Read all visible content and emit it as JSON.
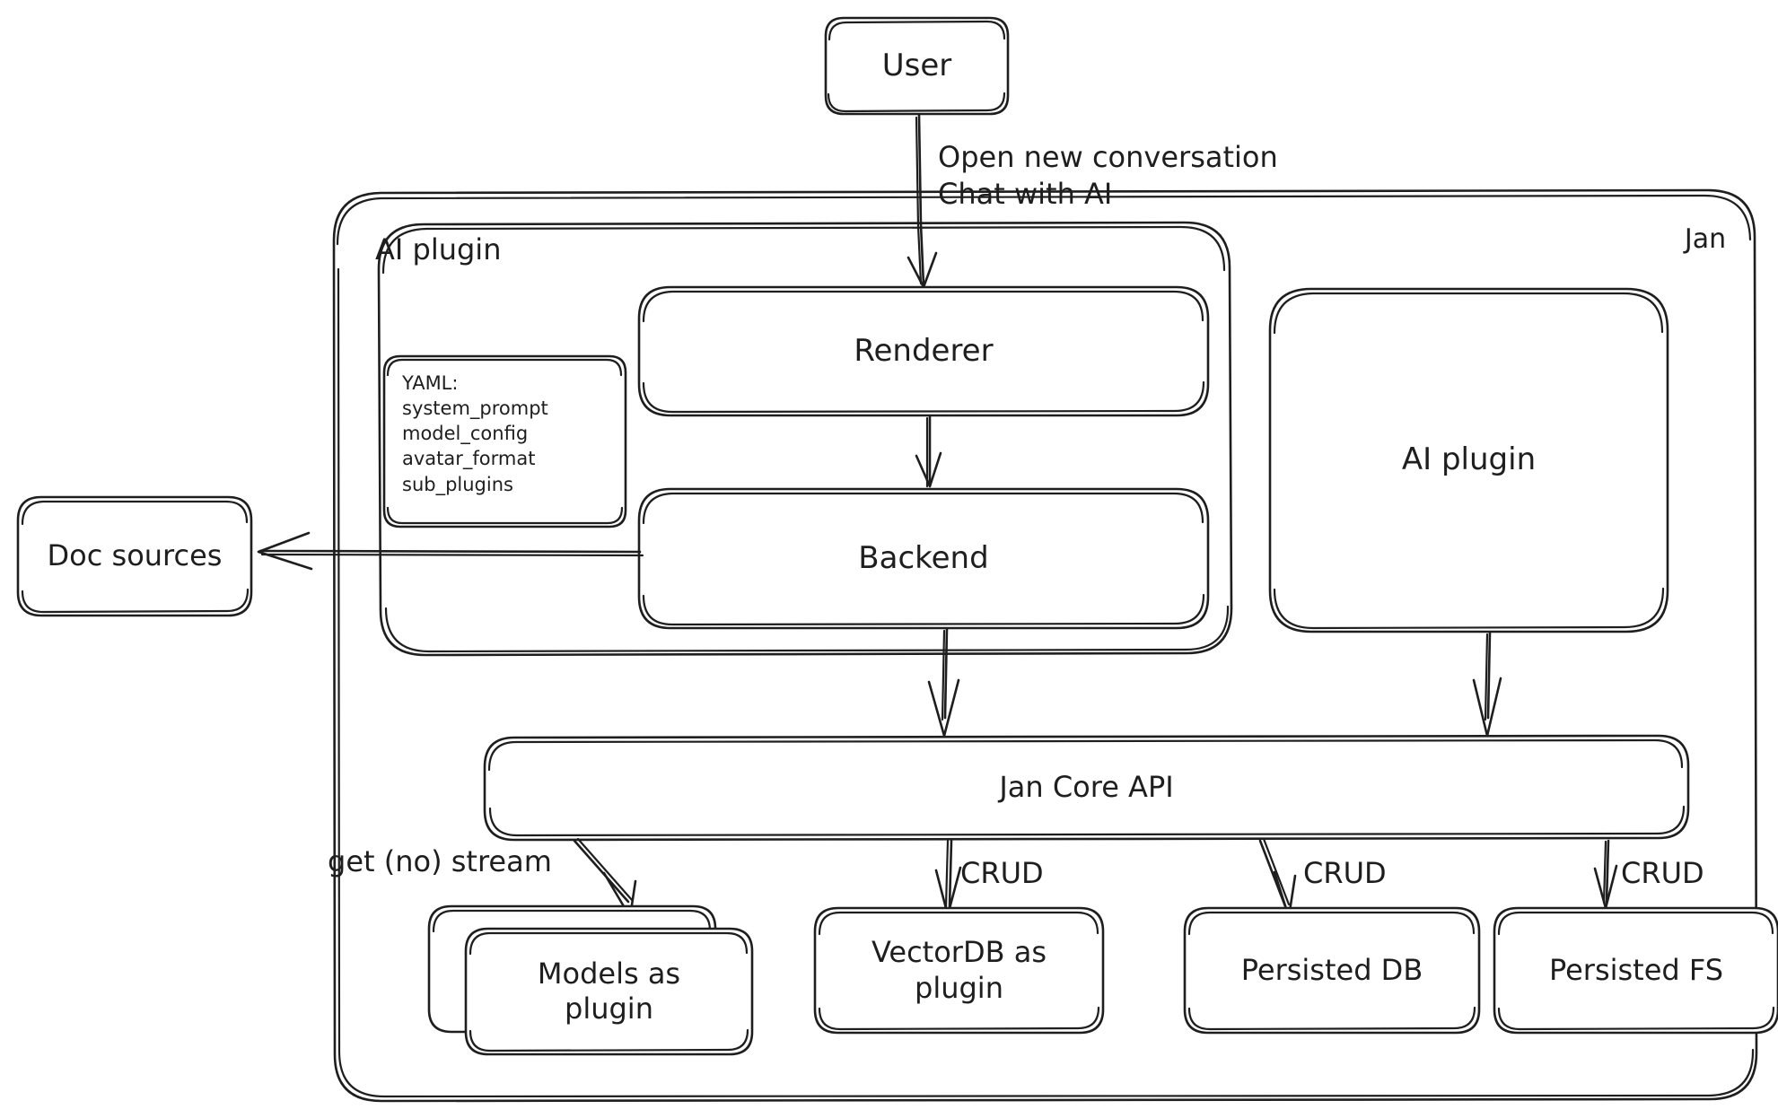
{
  "diagram": {
    "title": "Jan architecture",
    "style": "hand-drawn",
    "stroke_color": "#1e1e1e",
    "fill_color": "#ffffff",
    "background": "#ffffff"
  },
  "containers": [
    {
      "id": "jan",
      "label": "Jan",
      "label_position": "top-right"
    },
    {
      "id": "ai-plugin-group",
      "label": "AI plugin",
      "label_position": "top-left"
    }
  ],
  "nodes": {
    "user": {
      "label": "User"
    },
    "renderer": {
      "label": "Renderer"
    },
    "backend": {
      "label": "Backend"
    },
    "ai_plugin_right": {
      "label": "AI plugin"
    },
    "doc_sources": {
      "label": "Doc sources"
    },
    "jan_core_api": {
      "label": "Jan Core API"
    },
    "models_plugin": {
      "label": "Models as\nplugin"
    },
    "vectordb_plugin": {
      "label": "VectorDB as\nplugin"
    },
    "persisted_db": {
      "label": "Persisted DB"
    },
    "persisted_fs": {
      "label": "Persisted FS"
    }
  },
  "yaml_card": {
    "heading": "YAML:",
    "lines": [
      "system_prompt",
      "model_config",
      "avatar_format",
      "sub_plugins"
    ],
    "text": "YAML:\nsystem_prompt\nmodel_config\navatar_format\nsub_plugins"
  },
  "edges": [
    {
      "id": "user-renderer",
      "from": "user",
      "to": "renderer",
      "label": "Open new conversation\nChat with AI"
    },
    {
      "id": "renderer-backend",
      "from": "renderer",
      "to": "backend",
      "label": ""
    },
    {
      "id": "backend-doc-sources",
      "from": "backend",
      "to": "doc_sources",
      "label": ""
    },
    {
      "id": "backend-core",
      "from": "backend",
      "to": "jan_core_api",
      "label": ""
    },
    {
      "id": "aiplugin-core",
      "from": "ai_plugin_right",
      "to": "jan_core_api",
      "label": ""
    },
    {
      "id": "core-models",
      "from": "jan_core_api",
      "to": "models_plugin",
      "label": "get (no) stream"
    },
    {
      "id": "core-vectordb",
      "from": "jan_core_api",
      "to": "vectordb_plugin",
      "label": "CRUD"
    },
    {
      "id": "core-db",
      "from": "jan_core_api",
      "to": "persisted_db",
      "label": "CRUD"
    },
    {
      "id": "core-fs",
      "from": "jan_core_api",
      "to": "persisted_fs",
      "label": "CRUD"
    }
  ]
}
